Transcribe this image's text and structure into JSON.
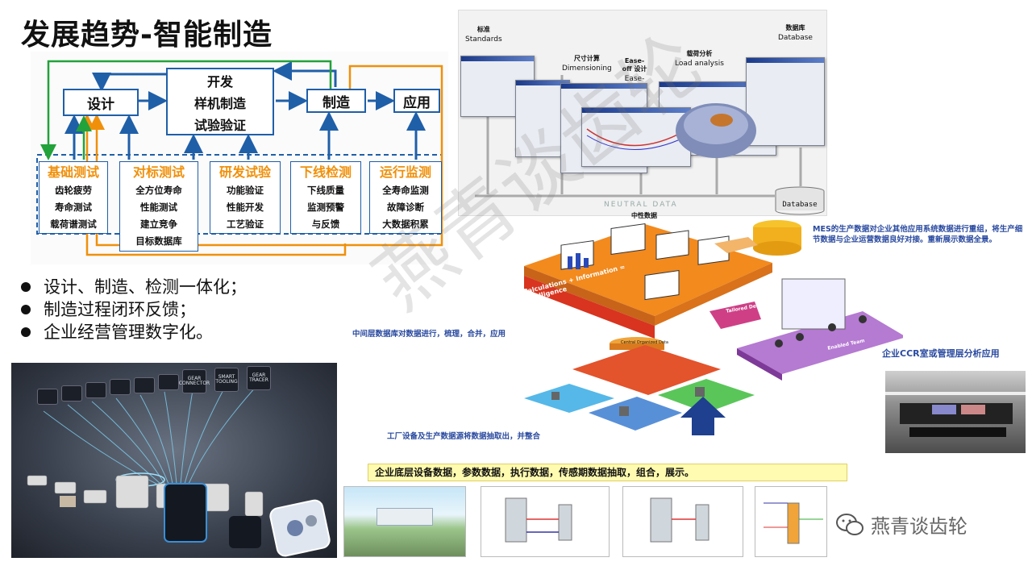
{
  "page": {
    "title": "发展趋势-智能制造"
  },
  "flow": {
    "design": "设计",
    "dev": [
      "开发",
      "样机制造",
      "试验验证"
    ],
    "manufacture": "制造",
    "application": "应用",
    "tests": [
      {
        "title": "基础测试",
        "items": [
          "齿轮疲劳",
          "寿命测试",
          "载荷谱测试"
        ]
      },
      {
        "title": "对标测试",
        "items": [
          "全方位寿命",
          "性能测试",
          "建立竞争",
          "目标数据库"
        ]
      },
      {
        "title": "研发试验",
        "items": [
          "功能验证",
          "性能开发",
          "工艺验证"
        ]
      },
      {
        "title": "下线检测",
        "items": [
          "下线质量",
          "监测预警",
          "与反馈"
        ]
      },
      {
        "title": "运行监测",
        "items": [
          "全寿命监测",
          "故障诊断",
          "大数据积累"
        ]
      }
    ]
  },
  "bullets": [
    "设计、制造、检测一体化；",
    "制造过程闭环反馈；",
    "企业经营管理数字化。"
  ],
  "devices": {
    "chips": [
      "",
      "",
      "",
      "",
      "",
      "",
      "GEAR CONNECTOR",
      "SMART TOOLING",
      "GEAR TRACER"
    ]
  },
  "software": {
    "labels": [
      {
        "cn": "标准",
        "en": "Standards"
      },
      {
        "cn": "尺寸计算",
        "en": "Dimensioning"
      },
      {
        "cn": "Ease-off 设计",
        "en": "Ease-Off Design"
      },
      {
        "cn": "载荷分析",
        "en": "Load analysis"
      },
      {
        "cn": "数据库",
        "en": "Database"
      }
    ],
    "neutral": "NEUTRAL DATA",
    "db": "Database"
  },
  "mes": {
    "center": "中性数据",
    "band": "Calculations + Information = Intelligence",
    "core": "Central Organized Data",
    "team": "Enabled Team",
    "delivery": "Tailored Delivery",
    "note_top": "MES的生产数据对企业其他应用系统数据进行重组，将生产细节数据与企业运营数据良好对接。重新展示数据全景。",
    "note_mid": "中间层数据库对数据进行，梳理，合并，应用",
    "note_ccr": "企业CCR室或管理层分析应用",
    "note_bottom": "工厂设备及生产数据源将数据抽取出，并整合"
  },
  "yellow_bar": "企业底层设备数据，参数数据，执行数据，传感期数据抽取，组合，展示。",
  "watermark": "燕青谈齿轮",
  "brand": "燕青谈齿轮",
  "colors": {
    "orange": "#f0900a",
    "blue": "#1f5fa8",
    "green": "#22a23a",
    "purple": "#9b3fb0"
  }
}
